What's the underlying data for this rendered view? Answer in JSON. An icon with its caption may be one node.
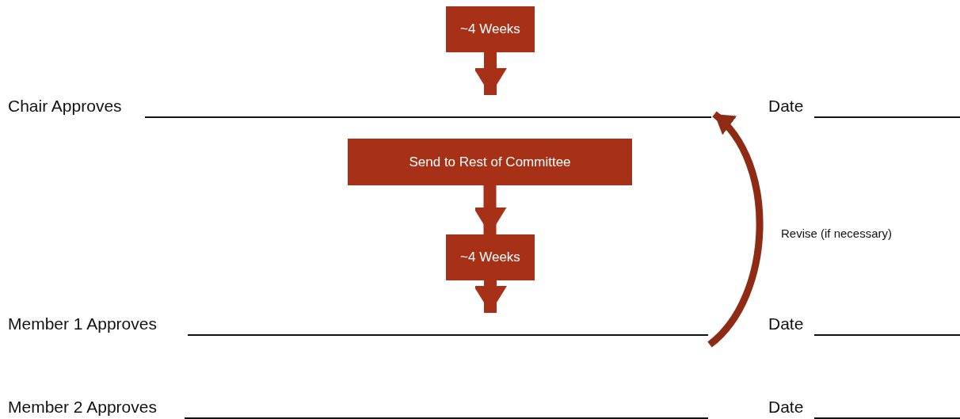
{
  "diagram": {
    "nodes": [
      {
        "text": [
          "~4 Weeks"
        ]
      },
      {
        "text": [
          "Chair Approves"
        ]
      },
      {
        "text": [
          "Send to Rest of Committee"
        ]
      },
      {
        "text": [
          "~4 Weeks"
        ]
      },
      {
        "text": [
          "Member 1 Approves"
        ]
      },
      {
        "text": [
          "Member 2 Approves"
        ]
      }
    ],
    "edges": [
      {
        "from": 0,
        "to": 1,
        "arrow": "to"
      },
      {
        "from": 2,
        "to": 3,
        "arrow": "to"
      },
      {
        "from": 3,
        "to": 4,
        "arrow": "to"
      },
      {
        "from": 4,
        "to": 1,
        "arrow": "to",
        "label": "Revise (if necessary)"
      }
    ],
    "labels": [
      "Date",
      "Date",
      "Date"
    ]
  }
}
